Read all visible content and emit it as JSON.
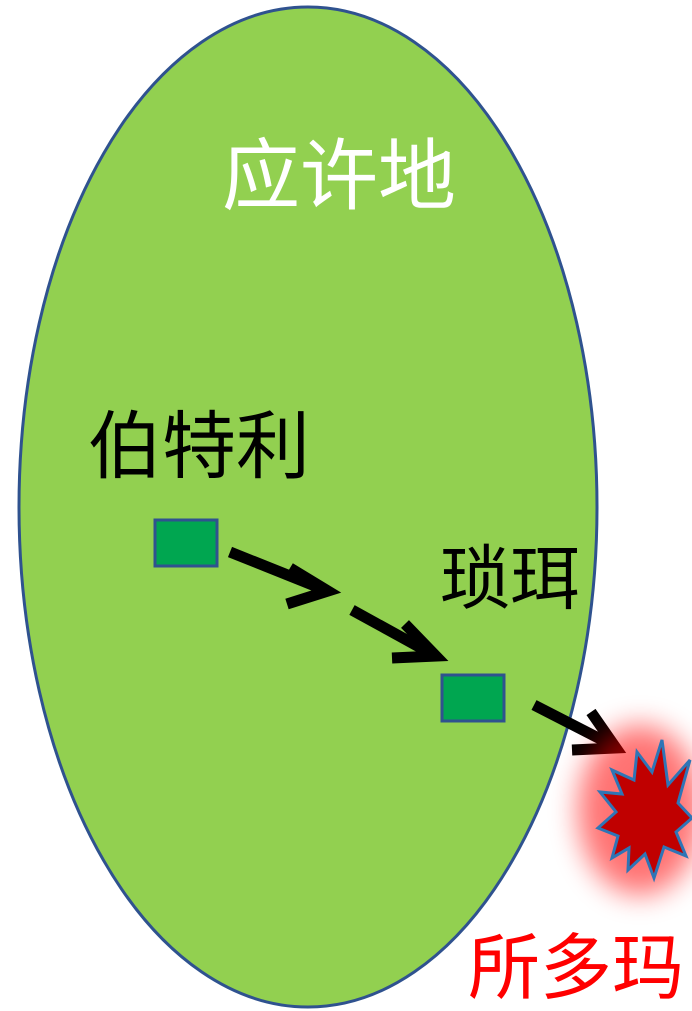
{
  "labels": {
    "region": "应许地",
    "start_city": "伯特利",
    "middle_city": "琐珥",
    "destination_city": "所多玛"
  },
  "colors": {
    "region_fill": "#92d050",
    "region_stroke": "#2f528f",
    "city_marker_fill": "#00a650",
    "city_marker_stroke": "#2f528f",
    "arrow": "#000000",
    "explosion_fill": "#c00000",
    "explosion_stroke": "#2e75b6",
    "explosion_glow": "#ff0000",
    "region_label": "#ffffff",
    "city_label": "#000000",
    "destination_label": "#ff0000"
  },
  "icons": {
    "city_marker": "square-marker",
    "movement": "arrow-right-down",
    "destruction": "explosion-burst"
  }
}
